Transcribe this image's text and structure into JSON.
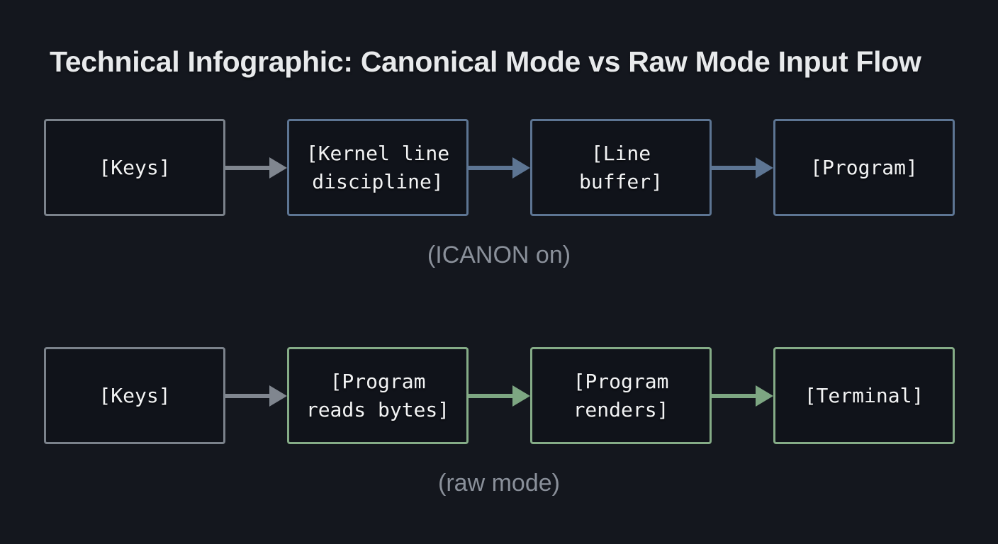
{
  "title": "Technical Infographic: Canonical Mode vs Raw Mode Input Flow",
  "colors": {
    "background": "#14171e",
    "box_fill": "#10131a",
    "title_text": "#e8eaec",
    "box_text": "#f2f3f4",
    "caption_text": "#8a909a",
    "gray_border": "#7b828b",
    "blue_border": "#5d7593",
    "green_border": "#85ac87",
    "gray_arrow": "#80868f",
    "blue_arrow": "#5d7593",
    "green_arrow": "#7da682"
  },
  "canonical_flow": {
    "caption": "(ICANON on)",
    "boxes": [
      {
        "label": "[Keys]"
      },
      {
        "label": "[Kernel line\ndiscipline]"
      },
      {
        "label": "[Line\nbuffer]"
      },
      {
        "label": "[Program]"
      }
    ]
  },
  "raw_flow": {
    "caption": "(raw mode)",
    "boxes": [
      {
        "label": "[Keys]"
      },
      {
        "label": "[Program\nreads bytes]"
      },
      {
        "label": "[Program\nrenders]"
      },
      {
        "label": "[Terminal]"
      }
    ]
  }
}
